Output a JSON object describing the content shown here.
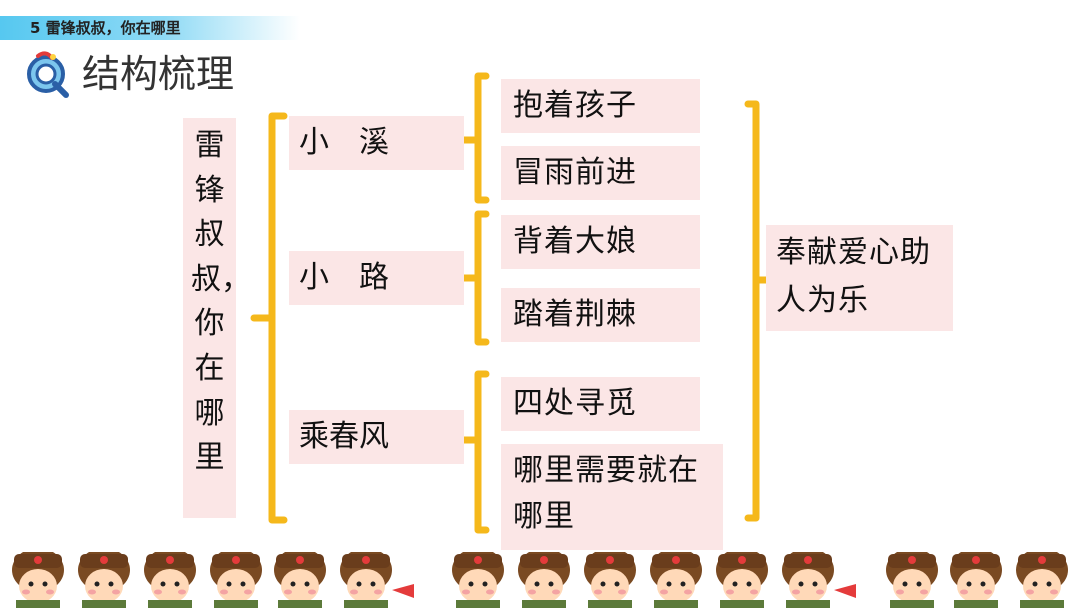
{
  "header": {
    "lesson_title": "5  雷锋叔叔，你在哪里"
  },
  "section_title": "结构梳理",
  "diagram": {
    "root": "雷锋叔叔，你在哪里",
    "branches": [
      {
        "label": "小　溪",
        "items": [
          "抱着孩子",
          "冒雨前进"
        ]
      },
      {
        "label": "小　路",
        "items": [
          "背着大娘",
          "踏着荆棘"
        ]
      },
      {
        "label": "乘春风",
        "items": [
          "四处寻觅",
          "哪里需要就在哪里"
        ]
      }
    ],
    "summary": "奉献爱心助人为乐"
  },
  "colors": {
    "bracket": "#f5b81b",
    "box_fill": "#fbe6e6",
    "header_bar": "#56c8f0"
  }
}
